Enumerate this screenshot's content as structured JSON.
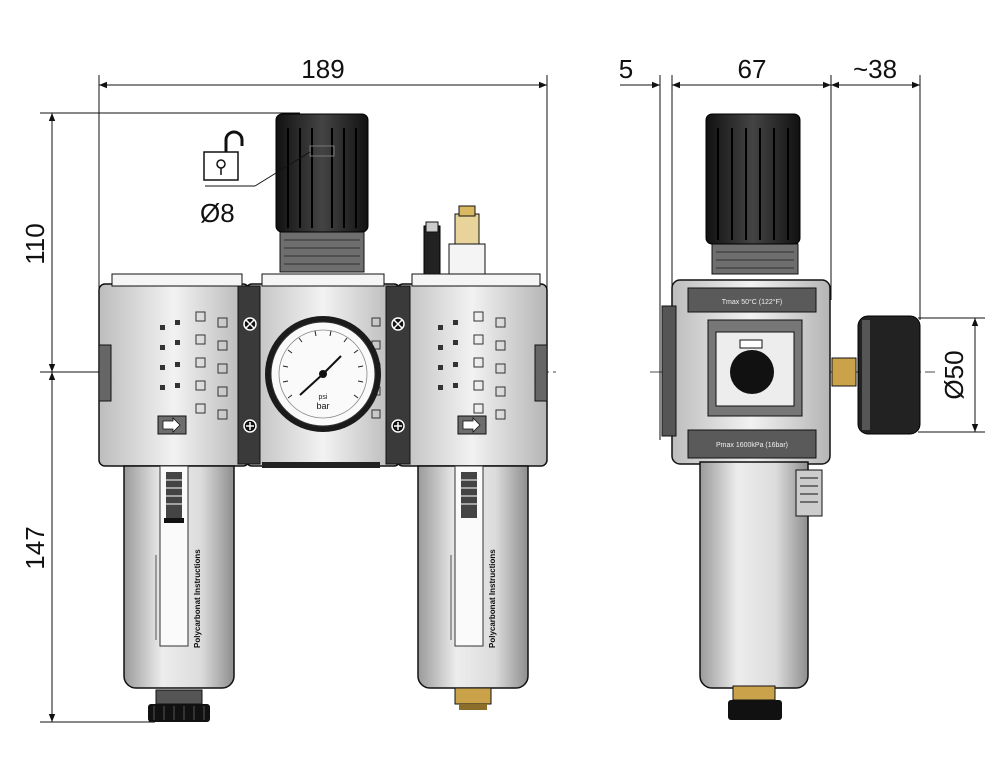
{
  "dimensions": {
    "overall_width": "189",
    "offset_left": "5",
    "body_depth": "67",
    "gauge_projection": "~38",
    "top_height": "110",
    "bottom_height": "147",
    "panel_hole": "Ø8",
    "gauge_diameter": "Ø50"
  },
  "labels": {
    "gauge_unit_psi": "psi",
    "gauge_unit_bar": "bar",
    "bowl_left": "Polycarbonat Instructions",
    "bowl_right": "Polycarbonat Instructions",
    "tmax": "Tmax 50°C (122°F)",
    "pmax": "Pmax 1600kPa (16bar)"
  },
  "icons": [
    "padlock-icon",
    "flow-arrow-icon",
    "pressure-gauge-icon",
    "adjustment-knob-icon"
  ],
  "colors": {
    "line": "#111111",
    "body": "#d8d8d8",
    "body_dark": "#8a8a8a",
    "knob": "#222222",
    "brass": "#c9a24a"
  }
}
